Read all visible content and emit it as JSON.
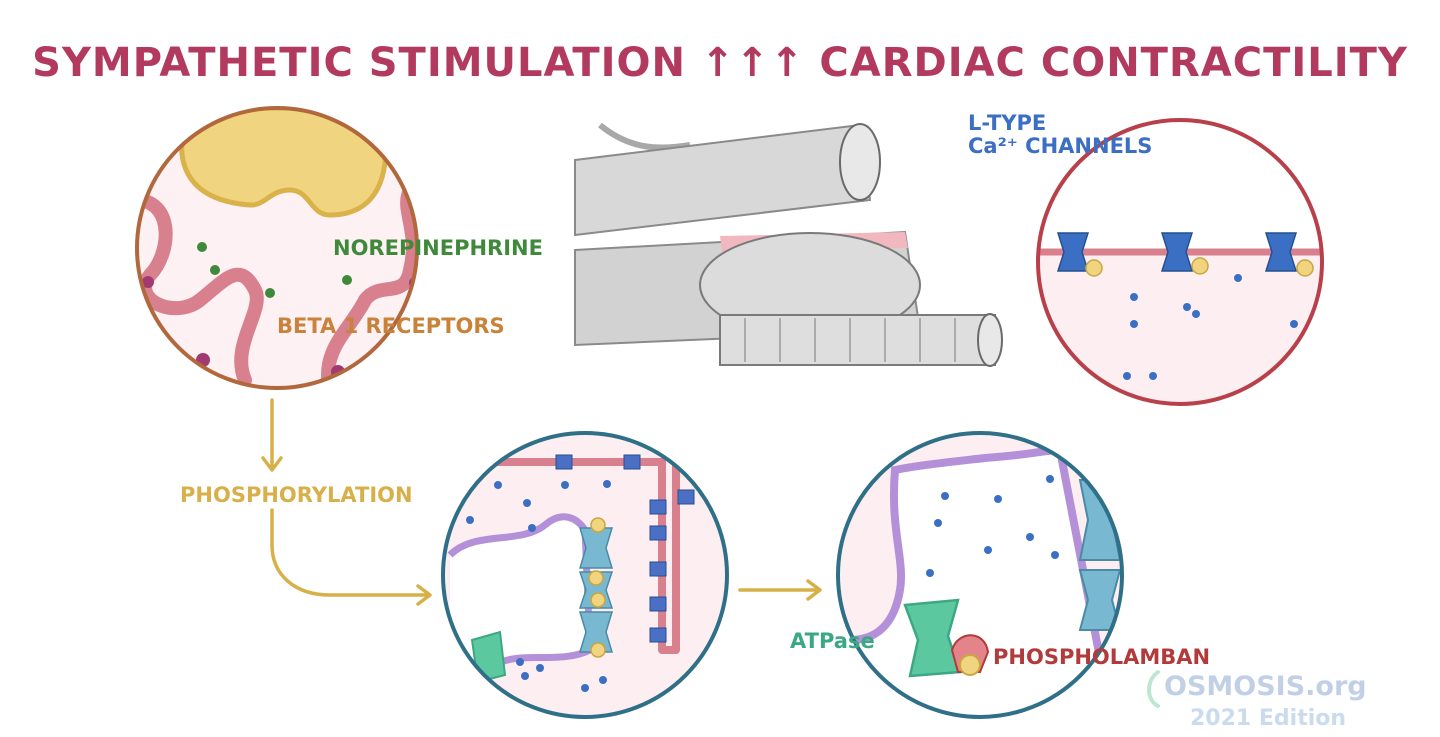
{
  "title": "SYMPATHETIC STIMULATION ↑↑↑ CARDIAC CONTRACTILITY",
  "labels": {
    "norepinephrine": "NOREPINEPHRINE",
    "beta1": "BETA 1 RECEPTORS",
    "ltype_line1": "L-TYPE",
    "ltype_line2": "Ca²⁺ CHANNELS",
    "phosphorylation": "PHOSPHORYLATION",
    "atpase": "ATPase",
    "phospholamban": "PHOSPHOLAMBAN"
  },
  "watermark": {
    "brand": "OSMOSIS.org",
    "edition": "2021 Edition"
  },
  "colors": {
    "title": "#b23a5e",
    "norepinephrine": "#3e8a3a",
    "beta1": "#c9823a",
    "calcium": "#3b6fc4",
    "phosphorylation": "#d8b04a",
    "atpase": "#3aa882",
    "phospholamban": "#b23a3a",
    "sympathetic_circle": "#b0683c",
    "ltype_circle": "#b8404a",
    "teal_circle": "#2f6f88"
  }
}
